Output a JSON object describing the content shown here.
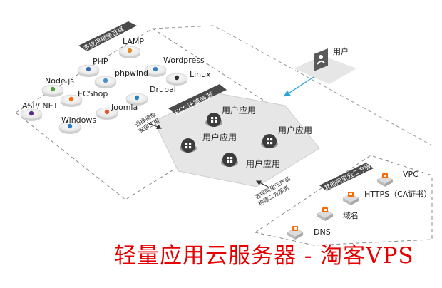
{
  "colors": {
    "accent": "#ff6a00",
    "panel_dark": "#4a4a4a",
    "node_dark": "#3c3c3c",
    "ecs_fill": "#e6e6e6",
    "connector_blue": "#29a4d8",
    "watermark_red": "#e60000"
  },
  "panel_left": {
    "title": "多应用镜像选择",
    "side_note": [
      "选择镜像",
      "安装应用"
    ],
    "apps": [
      {
        "name": "LAMP",
        "icon": "lamp-logo-icon"
      },
      {
        "name": "PHP",
        "icon": "php-logo-icon"
      },
      {
        "name": "Wordpress",
        "icon": "wordpress-logo-icon"
      },
      {
        "name": "phpwind",
        "icon": "phpwind-logo-icon"
      },
      {
        "name": "Linux",
        "icon": "linux-logo-icon"
      },
      {
        "name": "Node.js",
        "icon": "nodejs-logo-icon"
      },
      {
        "name": "ECShop",
        "icon": "ecshop-logo-icon"
      },
      {
        "name": "Drupal",
        "icon": "drupal-logo-icon"
      },
      {
        "name": "ASP/.NET",
        "icon": "aspnet-logo-icon"
      },
      {
        "name": "Joomla",
        "icon": "joomla-logo-icon"
      },
      {
        "name": "Windows",
        "icon": "windows-logo-icon"
      }
    ]
  },
  "ecs": {
    "title": "ECS计算资源",
    "app_label": "用户应用",
    "nodes": 4
  },
  "user": {
    "label": "用户",
    "icon": "user-icon"
  },
  "panel_right": {
    "title": "其他阿里云二方服务",
    "side_note": [
      "选择阿里云产品",
      "构建二方服务"
    ],
    "services": [
      {
        "name": "VPC",
        "icon": "vpc-icon"
      },
      {
        "name": "HTTPS（CA证书）",
        "icon": "https-cert-icon"
      },
      {
        "name": "域名",
        "icon": "domain-icon"
      },
      {
        "name": "DNS",
        "icon": "dns-icon"
      }
    ]
  },
  "watermark": "轻量应用云服务器 - 淘客VPS"
}
